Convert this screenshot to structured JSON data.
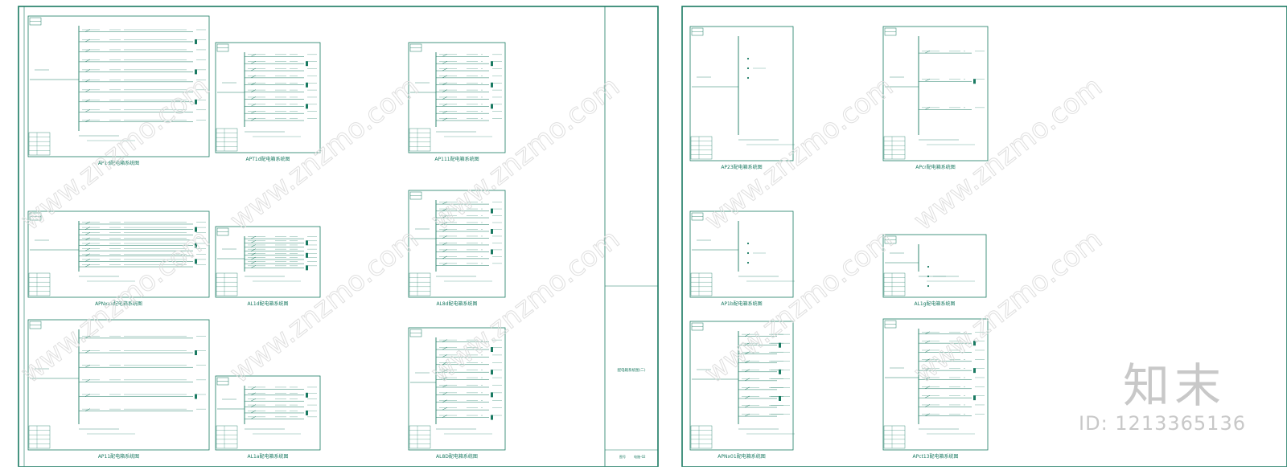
{
  "colors": {
    "line": "#1a7a62",
    "watermark": "#d0d0d0",
    "background": "#ffffff"
  },
  "watermark": {
    "logo": "知末",
    "id": "ID: 1213365136",
    "diagonal": "www.znzmo.com"
  },
  "sheet1": {
    "panels": [
      {
        "key": "p1",
        "caption": "AP1d配电箱系统图",
        "incoming": "GS",
        "lines": 10
      },
      {
        "key": "p2",
        "caption": "APT1d配电箱系统图",
        "incoming": "GS",
        "lines": 10
      },
      {
        "key": "p3",
        "caption": "AP111配电箱系统图",
        "incoming": "GS",
        "lines": 10
      },
      {
        "key": "p4",
        "caption": "APNxxx配电箱系统图",
        "incoming": "GS",
        "lines": 9
      },
      {
        "key": "p5",
        "caption": "AL1d配电箱系统图",
        "incoming": "GS",
        "lines": 8
      },
      {
        "key": "p6",
        "caption": "AL8d配电箱系统图",
        "incoming": "GS",
        "lines": 10
      },
      {
        "key": "p7",
        "caption": "AP11配电箱系统图",
        "incoming": "GS",
        "lines": 6
      },
      {
        "key": "p8",
        "caption": "AL1a配电箱系统图",
        "incoming": "GS",
        "lines": 6
      },
      {
        "key": "p9",
        "caption": "AL8D配电箱系统图",
        "incoming": "GS",
        "lines": 11
      }
    ],
    "title_block": {
      "drawing_name": "配电箱系统图(二)",
      "sheet_label": "图号",
      "sheet_no": "电施-02"
    }
  },
  "sheet2": {
    "panels": [
      {
        "key": "q1",
        "caption": "AP23配电箱系统图",
        "lines": 0
      },
      {
        "key": "q2",
        "caption": "APcr配电箱系统图",
        "lines": 3
      },
      {
        "key": "q3",
        "caption": "AP1b配电箱系统图",
        "lines": 0
      },
      {
        "key": "q4",
        "caption": "AL1g配电箱系统图",
        "lines": 0
      },
      {
        "key": "q5",
        "caption": "APNx01配电箱系统图",
        "lines": 10
      },
      {
        "key": "q6",
        "caption": "APct13配电箱系统图",
        "lines": 10
      }
    ],
    "note_label": "备用回路"
  }
}
